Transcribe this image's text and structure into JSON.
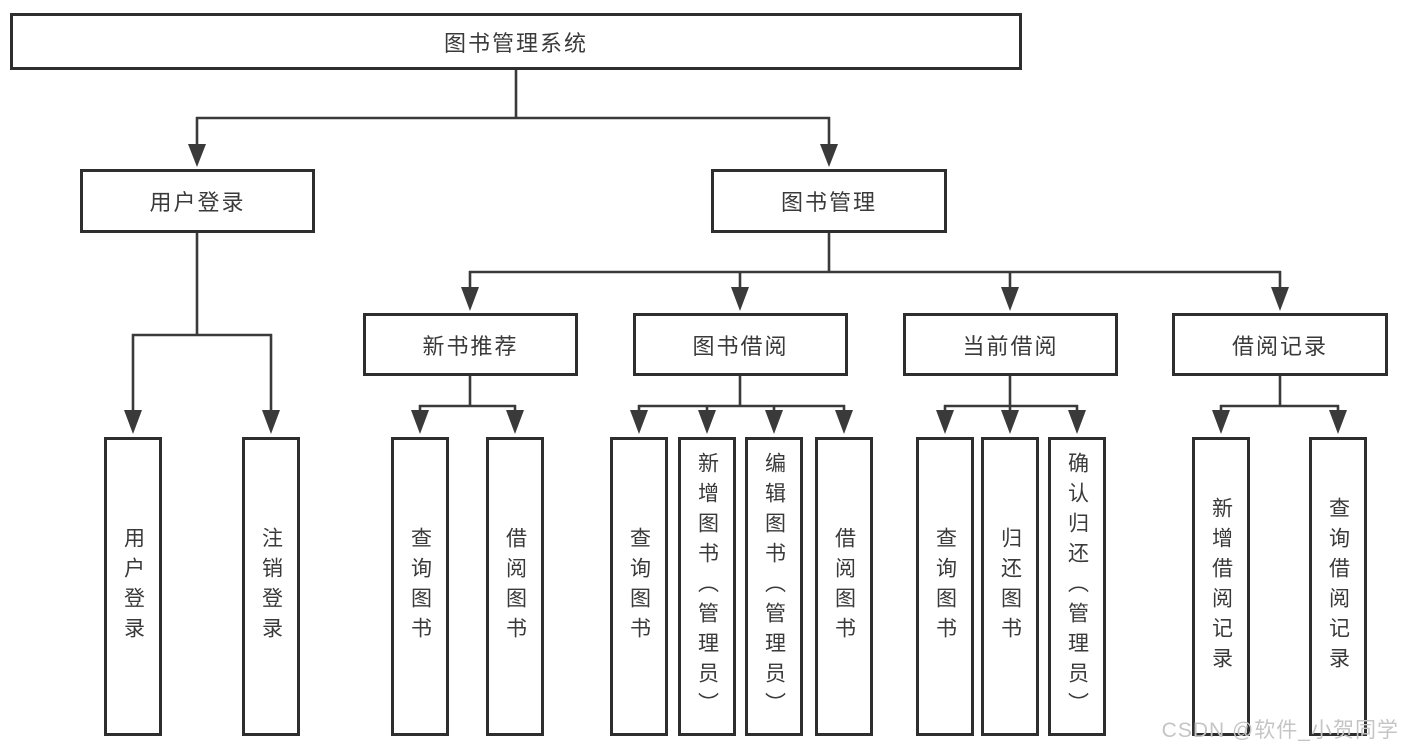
{
  "diagram": {
    "root": "图书管理系统",
    "level2": [
      "用户登录",
      "图书管理"
    ],
    "level3": [
      "新书推荐",
      "图书借阅",
      "当前借阅",
      "借阅记录"
    ],
    "leaves": {
      "user_login": [
        "用户登录",
        "注销登录"
      ],
      "new_book": [
        "查询图书",
        "借阅图书"
      ],
      "book_borrow": [
        "查询图书",
        "新增图书（管理员）",
        "编辑图书（管理员）",
        "借阅图书"
      ],
      "current_borrow": [
        "查询图书",
        "归还图书",
        "确认归还（管理员）"
      ],
      "borrow_record": [
        "新增借阅记录",
        "查询借阅记录"
      ]
    }
  },
  "watermark": {
    "text": "CSDN @软件_小贺同学",
    "color": "#c5c5c5"
  },
  "colors": {
    "background": "#ffffff",
    "line": "#3a3a3a",
    "box_border": "#2e2e2e",
    "text": "#3a3a3a"
  }
}
